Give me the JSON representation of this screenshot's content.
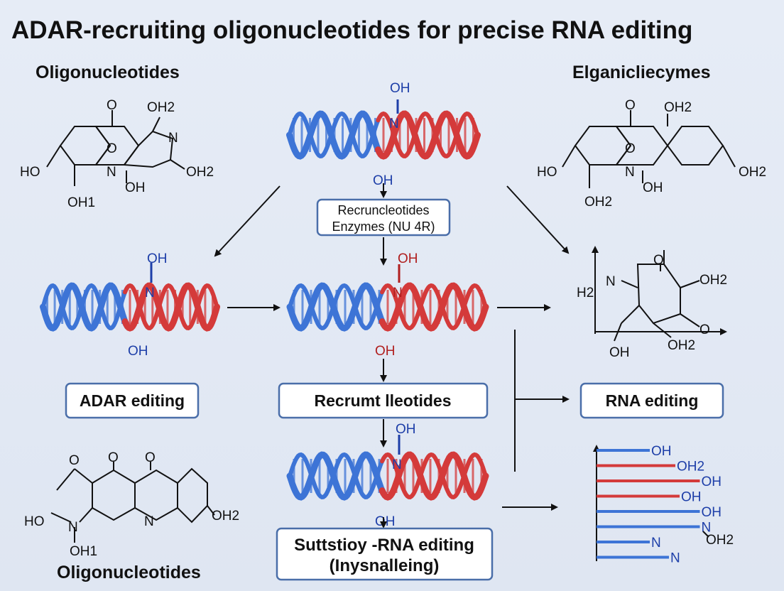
{
  "title": "ADAR-recruiting oligonucleotides for precise RNA editing",
  "headings": {
    "top_left": "Oligonucleotides",
    "top_right": "Elganicliecymes",
    "bottom_left": "Oligonucleotides"
  },
  "boxes": {
    "enzyme_line1": "Recruncleotides",
    "enzyme_line2": "Enzymes (NU 4R)",
    "adar_editing": "ADAR editing",
    "recruit": "Recrumt lleotides",
    "rna_editing": "RNA editing",
    "bottom_line1": "Suttstioy -RNA editing",
    "bottom_line2": "(Inysnalleing)"
  },
  "helix_labels": {
    "top": {
      "oh_top": "OH",
      "n": "N",
      "oh_bottom": "OH"
    },
    "left": {
      "oh_top": "OH",
      "n": "N",
      "oh_bottom": "OH"
    },
    "center": {
      "oh_top": "OH",
      "n": "N",
      "oh_bottom": "OH"
    },
    "bottom": {
      "oh_top": "OH",
      "n": "N",
      "oh_bottom": "OH"
    }
  },
  "molecule_top_left": {
    "o": "O",
    "oh2_top": "OH2",
    "n_right": "N",
    "o_mid": "O",
    "ho_left": "HO",
    "n_mid": "N",
    "oh_mid": "OH",
    "oh2_right": "OH2",
    "oh1": "OH1"
  },
  "molecule_top_right": {
    "o": "O",
    "oh2_top": "OH2",
    "o_mid": "O",
    "ho_left": "HO",
    "n_mid": "N",
    "oh_mid": "OH",
    "oh2_right": "OH2",
    "oh2_bottom": "OH2"
  },
  "molecule_mid_right": {
    "h2": "H2",
    "n": "N",
    "o_top": "O",
    "oh2_right": "OH2",
    "o_right": "O",
    "oh_bottom": "OH",
    "oh2_bottom": "OH2"
  },
  "molecule_bottom_left": {
    "o1": "O",
    "o2": "O",
    "o3": "O",
    "ho": "HO",
    "n_left": "N",
    "n_ring": "N",
    "oh2": "OH2",
    "oh1": "OH1"
  },
  "bar_chart": {
    "labels": [
      "OH",
      "OH2",
      "OH",
      "OH",
      "OH",
      "N",
      "N",
      "N"
    ],
    "trailing": "OH2"
  },
  "chart_data": {
    "type": "bar",
    "orientation": "horizontal",
    "categories": [
      "OH",
      "OH2",
      "OH",
      "OH",
      "OH",
      "N",
      "N",
      "N"
    ],
    "values": [
      0.5,
      0.74,
      0.97,
      0.78,
      0.97,
      0.97,
      0.5,
      0.68
    ],
    "colors": [
      "#3d74d6",
      "#d43a3a",
      "#d43a3a",
      "#d43a3a",
      "#3d74d6",
      "#3d74d6",
      "#3d74d6",
      "#3d74d6"
    ]
  },
  "colors": {
    "strand_blue": "#3d74d6",
    "strand_red": "#d43a3a",
    "label_blue": "#1d3ea8",
    "label_red": "#b01e1e",
    "box_border": "#4a6ea9",
    "background": "#e2e8f4"
  }
}
